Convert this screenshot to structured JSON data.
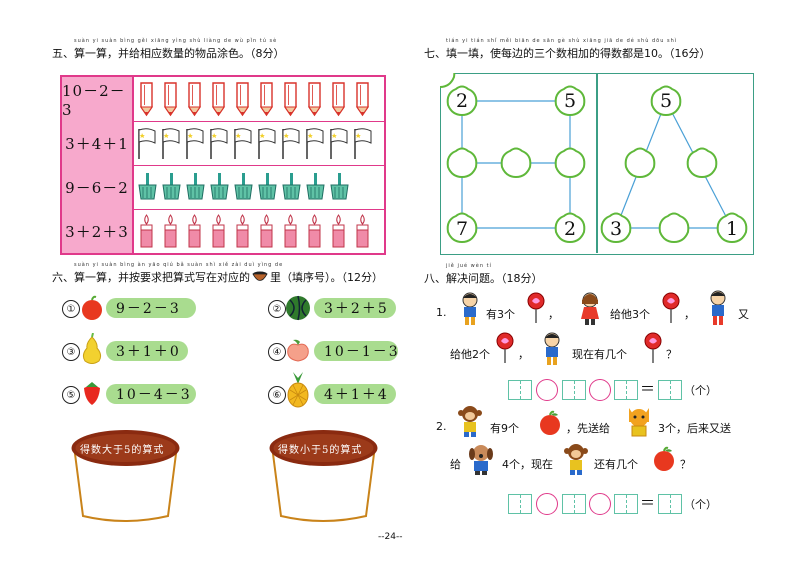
{
  "s5": {
    "title": "五、算一算，并给相应数量的物品涂色。（8分）",
    "pinyin": "suàn yi suàn bìng gěi xiāng yìng shù liàng de wù pǐn tú sè",
    "rows": [
      {
        "expr": "10－2－3",
        "item": "pencil",
        "count": 10
      },
      {
        "expr": "3＋4＋1",
        "item": "flag",
        "count": 10
      },
      {
        "expr": "9－6－2",
        "item": "brush",
        "count": 9
      },
      {
        "expr": "3＋2＋3",
        "item": "candle",
        "count": 10
      }
    ]
  },
  "s6": {
    "title_a": "六、算一算，并按要求把算式写在对应的",
    "title_b": "里（填序号）。（12分）",
    "pinyin": "suàn yi suàn bìng àn yāo qiú bǎ suàn shì xiě zài duì yìng de",
    "items": [
      {
        "no": "①",
        "fruit": "apple",
        "expr": "9－2－3"
      },
      {
        "no": "②",
        "fruit": "watermelon",
        "expr": "3＋2＋5"
      },
      {
        "no": "③",
        "fruit": "pear",
        "expr": "3＋1＋0"
      },
      {
        "no": "④",
        "fruit": "peach",
        "expr": "10－1－3"
      },
      {
        "no": "⑤",
        "fruit": "strawberry",
        "expr": "10－4－3"
      },
      {
        "no": "⑥",
        "fruit": "pineapple",
        "expr": "4＋1＋4"
      }
    ],
    "basket_left": "得数大于5的算式",
    "basket_right": "得数小于5的算式"
  },
  "s7": {
    "title": "七、填一填，使每边的三个数相加的得数都是10。（16分）",
    "pinyin": "tián yi tián shǐ měi biān de sān gè shù xiāng jiā de dé shù dōu shì",
    "square": {
      "tl": "2",
      "tr": "5",
      "bl": "7",
      "br": "2"
    },
    "triangle": {
      "top": "5",
      "bl": "3",
      "br": "1"
    }
  },
  "s8": {
    "title": "八、解决问题。（18分）",
    "pinyin": "jiě jué wèn tí",
    "q1": {
      "no": "1.",
      "t1": "有3个",
      "t2": "，",
      "t3": "给他3个",
      "t4": "，",
      "t5": "又",
      "t6": "给他2个",
      "t7": "，",
      "t8": "现在有几个",
      "t9": "？",
      "unit": "（个）"
    },
    "q2": {
      "no": "2.",
      "t1": "有9个",
      "t2": "，先送给",
      "t3": "3个，后来又送",
      "t4": "给",
      "t5": "4个，现在",
      "t6": "还有几个",
      "t7": "？",
      "unit": "（个）"
    },
    "eq_sign": "＝"
  },
  "page_no": "--24--"
}
